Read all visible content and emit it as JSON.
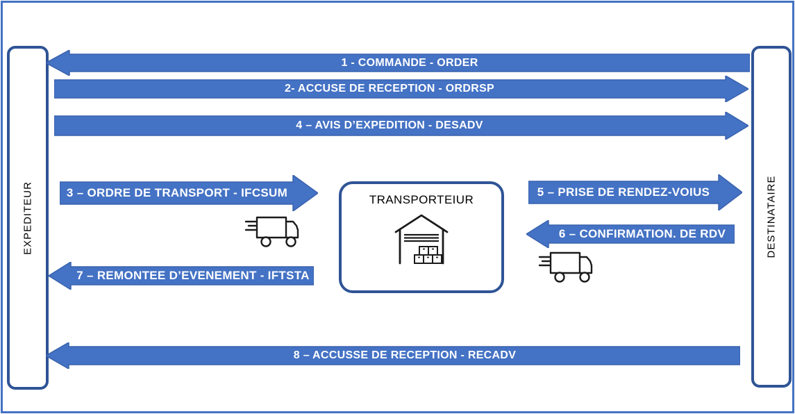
{
  "actors": {
    "left": {
      "label": "EXPEDITEUR"
    },
    "center": {
      "label": "TRANSPORTEIUR"
    },
    "right": {
      "label": "DESTINATAIRE"
    }
  },
  "arrows": [
    {
      "id": 1,
      "label": "1 - COMMANDE - ORDER",
      "direction": "left",
      "from": "DESTINATAIRE",
      "to": "EXPEDITEUR"
    },
    {
      "id": 2,
      "label": "2- ACCUSE DE RECEPTION - ORDRSP",
      "direction": "right",
      "from": "EXPEDITEUR",
      "to": "DESTINATAIRE"
    },
    {
      "id": 4,
      "label": "4 – AVIS D’EXPEDITION - DESADV",
      "direction": "right",
      "from": "EXPEDITEUR",
      "to": "DESTINATAIRE"
    },
    {
      "id": 3,
      "label": "3 – ORDRE DE TRANSPORT - IFCSUM",
      "direction": "right",
      "from": "EXPEDITEUR",
      "to": "TRANSPORTEIUR"
    },
    {
      "id": 5,
      "label": "5 – PRISE DE RENDEZ-VOIUS",
      "direction": "right",
      "from": "TRANSPORTEIUR",
      "to": "DESTINATAIRE"
    },
    {
      "id": 6,
      "label": "6 – CONFIRMATION. DE RDV",
      "direction": "left",
      "from": "DESTINATAIRE",
      "to": "TRANSPORTEIUR"
    },
    {
      "id": 7,
      "label": "7 – REMONTEE D’EVENEMENT - IFTSTA",
      "direction": "left",
      "from": "TRANSPORTEIUR",
      "to": "EXPEDITEUR"
    },
    {
      "id": 8,
      "label": "8 – ACCUSSE DE RECEPTION - RECADV",
      "direction": "left",
      "from": "DESTINATAIRE",
      "to": "EXPEDITEUR"
    }
  ],
  "icons": {
    "center_icon": "warehouse-icon",
    "left_icon": "truck-icon",
    "right_icon": "truck-icon"
  },
  "colors": {
    "arrow_fill": "#4472C4",
    "arrow_stroke": "#3A63AD",
    "box_border": "#2F5496",
    "frame_border": "#4472C4",
    "arrow_text": "#FFFFFF",
    "label_text": "#000000",
    "background": "#FFFFFF",
    "icon_stroke": "#1A1A1A"
  }
}
